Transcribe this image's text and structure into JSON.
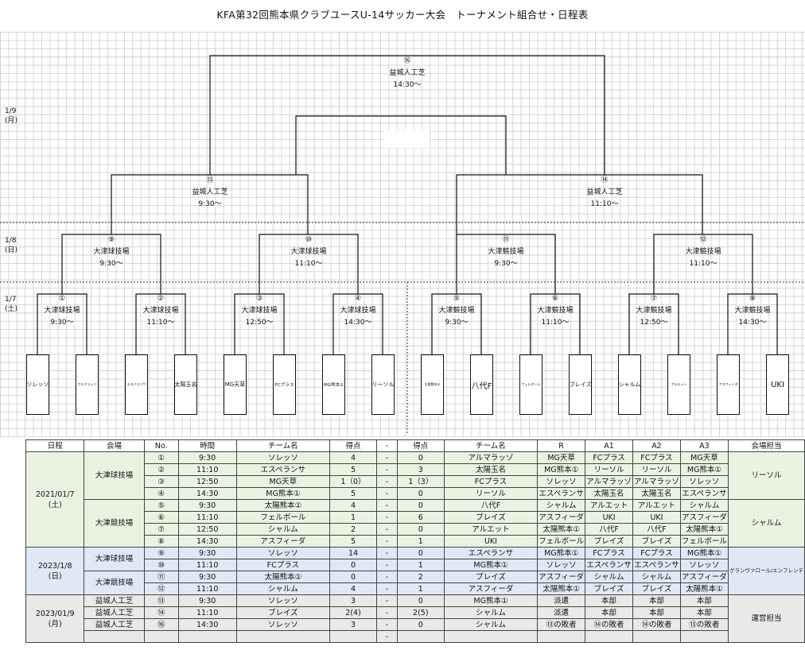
{
  "title": "KFA第32回熊本県クラブユースU-14サッカー大会　トーナメント組合せ・日程表",
  "days": [
    {
      "date": "1/9",
      "dow": "(月)"
    },
    {
      "date": "1/8",
      "dow": "(日)"
    },
    {
      "date": "1/7",
      "dow": "(土)"
    }
  ],
  "matches": {
    "m1": {
      "no": "①",
      "venue": "大津球技場",
      "time": "9:30〜"
    },
    "m2": {
      "no": "②",
      "venue": "大津球技場",
      "time": "11:10〜"
    },
    "m3": {
      "no": "③",
      "venue": "大津球技場",
      "time": "12:50〜"
    },
    "m4": {
      "no": "④",
      "venue": "大津球技場",
      "time": "14:30〜"
    },
    "m5": {
      "no": "⑤",
      "venue": "大津競技場",
      "time": "9:30〜"
    },
    "m6": {
      "no": "⑥",
      "venue": "大津競技場",
      "time": "11:10〜"
    },
    "m7": {
      "no": "⑦",
      "venue": "大津競技場",
      "time": "12:50〜"
    },
    "m8": {
      "no": "⑧",
      "venue": "大津競技場",
      "time": "14:30〜"
    },
    "m9": {
      "no": "⑨",
      "venue": "大津球技場",
      "time": "9:30〜"
    },
    "m10": {
      "no": "⑩",
      "venue": "大津球技場",
      "time": "11:10〜"
    },
    "m11": {
      "no": "⑪",
      "venue": "大津競技場",
      "time": "9:30〜"
    },
    "m12": {
      "no": "⑫",
      "venue": "大津競技場",
      "time": "11:10〜"
    },
    "m13": {
      "no": "⑬",
      "venue": "益城人工芝",
      "time": "9:30〜"
    },
    "m14": {
      "no": "⑭",
      "venue": "益城人工芝",
      "time": "11:10〜"
    },
    "m16": {
      "no": "⑯",
      "venue": "益城人工芝",
      "time": "14:30〜"
    }
  },
  "teams": [
    "ソレッソ",
    "アルマラッゾ",
    "エスペランサ",
    "太陽玉名",
    "MG天草",
    "FCプラス",
    "MG熊本①",
    "リーソル",
    "太陽熊本①",
    "八代F",
    "フェルボール",
    "ブレイズ",
    "シャルム",
    "アルエット",
    "アスフィーダ",
    "UKI"
  ],
  "schedule": {
    "headers": [
      "日程",
      "会場",
      "No.",
      "時間",
      "チーム名",
      "得点",
      "-",
      "得点",
      "チーム名",
      "R",
      "A1",
      "A2",
      "A3",
      "会場担当"
    ],
    "d1_date": "2021/01/7",
    "d1_dow": "(土)",
    "d2_date": "2023/1/8",
    "d2_dow": "(日)",
    "d3_date": "2023/01/9",
    "d3_dow": "(月)",
    "venue_kyugi": "大津球技場",
    "venue_kyogi": "大津競技場",
    "venue_mashiki": "益城人工芝",
    "duty_1": "リーソル",
    "duty_2": "シャルム",
    "duty_3": "グランヴァロール/エンフレンテ",
    "duty_4": "運営担当",
    "rows": [
      {
        "no": "①",
        "time": "9:30",
        "home": "ソレッソ",
        "hs": "4",
        "dash": "-",
        "as": "0",
        "away": "アルマラッゾ",
        "r": "MG天草",
        "a1": "FCプラス",
        "a2": "FCプラス",
        "a3": "MG天草"
      },
      {
        "no": "②",
        "time": "11:10",
        "home": "エスペランサ",
        "hs": "5",
        "dash": "-",
        "as": "3",
        "away": "太陽玉名",
        "r": "MG熊本①",
        "a1": "リーソル",
        "a2": "リーソル",
        "a3": "MG熊本①"
      },
      {
        "no": "③",
        "time": "12:50",
        "home": "MG天草",
        "hs": "1（0）",
        "dash": "-",
        "as": "1（3）",
        "away": "FCプラス",
        "r": "ソレッソ",
        "a1": "アルマラッゾ",
        "a2": "アルマラッゾ",
        "a3": "ソレッソ"
      },
      {
        "no": "④",
        "time": "14:30",
        "home": "MG熊本①",
        "hs": "5",
        "dash": "-",
        "as": "0",
        "away": "リーソル",
        "r": "エスペランサ",
        "a1": "太陽玉名",
        "a2": "太陽玉名",
        "a3": "エスペランサ"
      },
      {
        "no": "⑤",
        "time": "9:30",
        "home": "太陽熊本①",
        "hs": "4",
        "dash": "-",
        "as": "0",
        "away": "八代F",
        "r": "シャルム",
        "a1": "アルエット",
        "a2": "アルエット",
        "a3": "シャルム"
      },
      {
        "no": "⑥",
        "time": "11:10",
        "home": "フェルボール",
        "hs": "1",
        "dash": "-",
        "as": "6",
        "away": "ブレイズ",
        "r": "アスフィーダ",
        "a1": "UKI",
        "a2": "UKI",
        "a3": "アスフィーダ"
      },
      {
        "no": "⑦",
        "time": "12:50",
        "home": "シャルム",
        "hs": "2",
        "dash": "-",
        "as": "0",
        "away": "アルエット",
        "r": "太陽熊本①",
        "a1": "八代F",
        "a2": "八代F",
        "a3": "太陽熊本①"
      },
      {
        "no": "⑧",
        "time": "14:30",
        "home": "アスフィーダ",
        "hs": "5",
        "dash": "-",
        "as": "1",
        "away": "UKI",
        "r": "フェルボール",
        "a1": "ブレイズ",
        "a2": "ブレイズ",
        "a3": "フェルボール"
      },
      {
        "no": "⑨",
        "time": "9:30",
        "home": "ソレッソ",
        "hs": "14",
        "dash": "-",
        "as": "0",
        "away": "エスペランサ",
        "r": "MG熊本①",
        "a1": "FCプラス",
        "a2": "FCプラス",
        "a3": "MG熊本①"
      },
      {
        "no": "⑩",
        "time": "11:10",
        "home": "FCプラス",
        "hs": "0",
        "dash": "-",
        "as": "1",
        "away": "MG熊本①",
        "r": "ソレッソ",
        "a1": "エスペランサ",
        "a2": "エスペランサ",
        "a3": "ソレッソ"
      },
      {
        "no": "⑪",
        "time": "9:30",
        "home": "太陽熊本①",
        "hs": "0",
        "dash": "-",
        "as": "2",
        "away": "ブレイズ",
        "r": "アスフィーダ",
        "a1": "シャルム",
        "a2": "シャルム",
        "a3": "アスフィーダ"
      },
      {
        "no": "⑫",
        "time": "11:10",
        "home": "シャルム",
        "hs": "4",
        "dash": "-",
        "as": "1",
        "away": "アスフィーダ",
        "r": "太陽熊本①",
        "a1": "ブレイズ",
        "a2": "ブレイズ",
        "a3": "太陽熊本①"
      },
      {
        "no": "⑬",
        "time": "9:30",
        "home": "ソレッソ",
        "hs": "3",
        "dash": "-",
        "as": "0",
        "away": "MG熊本①",
        "r": "派遣",
        "a1": "本部",
        "a2": "本部",
        "a3": "本部"
      },
      {
        "no": "⑭",
        "time": "11:10",
        "home": "ブレイズ",
        "hs": "2(4)",
        "dash": "-",
        "as": "2(5)",
        "away": "シャルム",
        "r": "派遣",
        "a1": "本部",
        "a2": "本部",
        "a3": "本部"
      },
      {
        "no": "⑯",
        "time": "14:30",
        "home": "ソレッソ",
        "hs": "3",
        "dash": "-",
        "as": "0",
        "away": "シャルム",
        "r": "⑬の敗者",
        "a1": "⑭の敗者",
        "a2": "⑭の敗者",
        "a3": "⑬の敗者"
      },
      {
        "no": "",
        "time": "",
        "home": "",
        "hs": "",
        "dash": "-",
        "as": "",
        "away": "",
        "r": "",
        "a1": "",
        "a2": "",
        "a3": ""
      }
    ]
  }
}
